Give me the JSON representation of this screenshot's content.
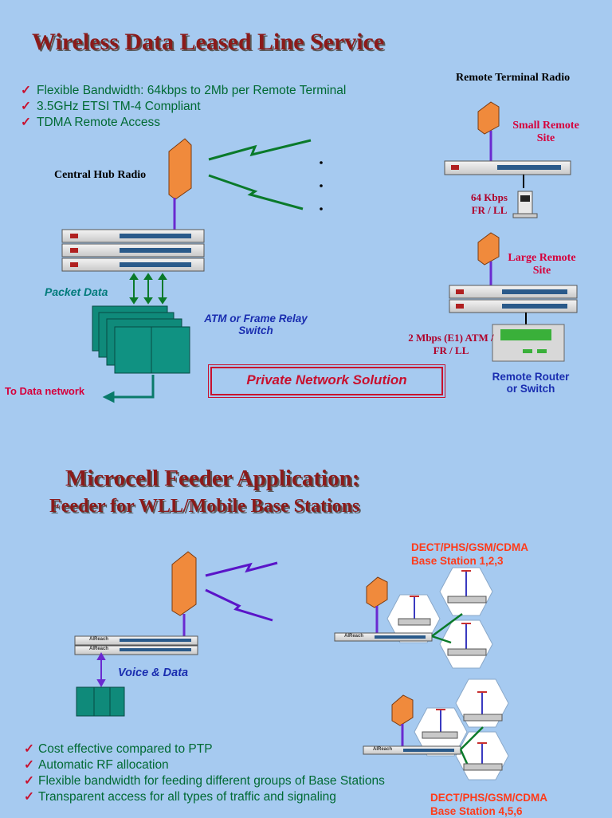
{
  "section1": {
    "title": "Wireless Data Leased Line Service",
    "bullets": [
      "Flexible Bandwidth: 64kbps to 2Mb per Remote Terminal",
      "3.5GHz ETSI TM-4 Compliant",
      "TDMA Remote Access"
    ],
    "central_hub_label": "Central Hub Radio",
    "remote_terminal_label": "Remote Terminal Radio",
    "small_remote_label": "Small Remote Site",
    "small_rate_label": "64 Kbps FR / LL",
    "large_remote_label": "Large Remote Site",
    "large_rate_label": "2 Mbps (E1) ATM / FR / LL",
    "packet_data_label": "Packet Data",
    "atm_switch_label": "ATM or Frame Relay Switch",
    "data_network_label": "To Data network",
    "private_network_label": "Private Network Solution",
    "remote_router_label": "Remote Router or Switch"
  },
  "section2": {
    "title": "Microcell Feeder Application:",
    "subtitle": "Feeder for WLL/Mobile Base Stations",
    "voice_data_label": "Voice & Data",
    "base_station_group1": "DECT/PHS/GSM/CDMA Base Station 1,2,3",
    "base_station_group2": "DECT/PHS/GSM/CDMA Base Station 4,5,6",
    "device_brand": "AIReach",
    "bullets": [
      "Cost effective compared to PTP",
      "Automatic RF allocation",
      "Flexible bandwidth for feeding different  groups of Base  Stations",
      "Transparent access for all types of traffic and signaling"
    ]
  },
  "colors": {
    "background": "#a6caf0",
    "title": "#8b1a1a",
    "bullet_text": "#006a33",
    "check": "#c8102e",
    "antenna": "#f08a3c",
    "link_green": "#0a7a2a",
    "link_purple": "#5a14c8",
    "switch_teal": "#0f8a7a"
  }
}
